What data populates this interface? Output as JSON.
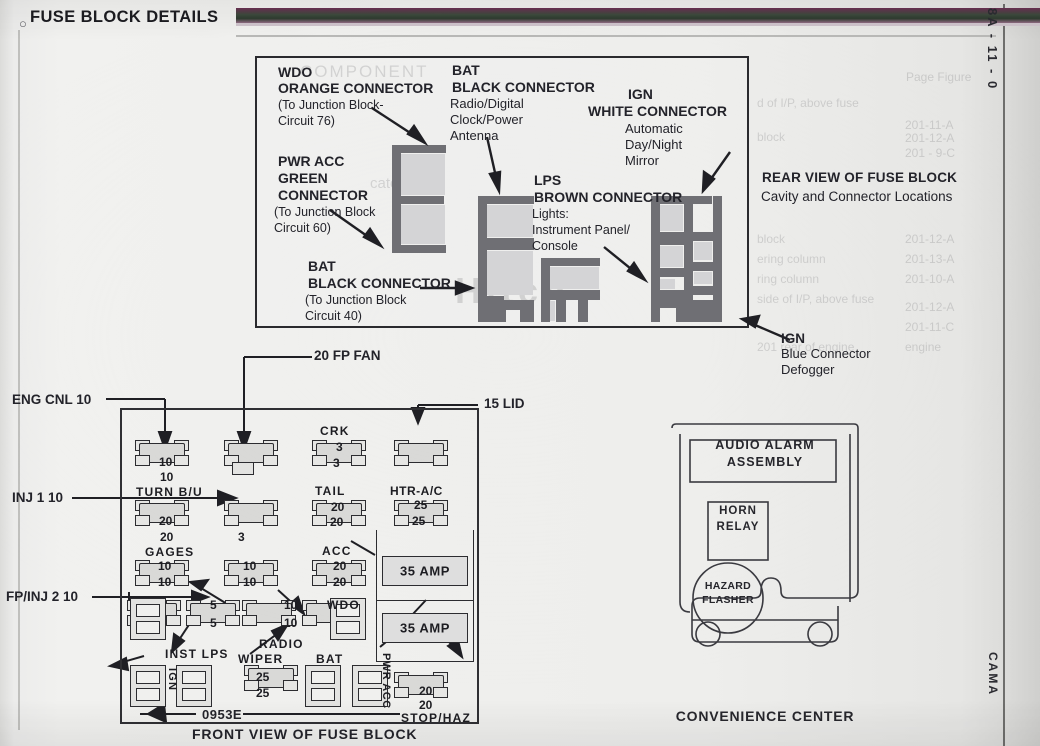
{
  "page": {
    "header_title": "FUSE BLOCK DETAILS",
    "page_number": "8A - 11 - 0",
    "vehicle_tag": "CAMA"
  },
  "connector_panel": {
    "callouts": [
      {
        "id": "wdo",
        "title_line1": "WDO",
        "title_line2": "ORANGE CONNECTOR",
        "sub": [
          "(To Junction Block-",
          "Circuit 76)"
        ]
      },
      {
        "id": "pwr_acc",
        "title_line1": "PWR ACC",
        "title_line2": "GREEN",
        "title_line3": "CONNECTOR",
        "sub": [
          "(To Junction Block",
          "Circuit 60)"
        ]
      },
      {
        "id": "bat_lower",
        "title_line1": "BAT",
        "title_line2": "BLACK CONNECTOR",
        "sub": [
          "(To Junction Block",
          "Circuit 40)"
        ]
      },
      {
        "id": "bat_upper",
        "title_line1": "BAT",
        "title_line2": "BLACK CONNECTOR",
        "sub": [
          "Radio/Digital",
          "Clock/Power",
          "Antenna"
        ]
      },
      {
        "id": "lps",
        "title_line1": "LPS",
        "title_line2": "BROWN CONNECTOR",
        "sub": [
          "Lights:",
          "Instrument Panel/",
          "Console"
        ]
      },
      {
        "id": "ign_white",
        "title_line1": "IGN",
        "title_line2": "WHITE CONNECTOR",
        "sub": [
          "Automatic",
          "Day/Night",
          "Mirror"
        ]
      }
    ],
    "rear_view_title": "REAR VIEW OF FUSE BLOCK",
    "rear_view_sub": "Cavity and Connector Locations",
    "ign_blue": {
      "title": "IGN",
      "lines": [
        "Blue Connector",
        "Defogger"
      ]
    }
  },
  "ghost_text": {
    "lines": [
      "Page Figure",
      "d of I/P, above fuse",
      "201-11-A",
      "block",
      "201-12-A",
      "ering column",
      "201-13-A",
      "ring column",
      "201-10-A",
      "side of I/P, above fuse",
      "201-12-A",
      "201-11-C",
      "engine",
      "201 - 9-C",
      "201 rear of engine"
    ]
  },
  "fuse_block": {
    "caption": "FRONT VIEW OF FUSE BLOCK",
    "part_number": "0953E",
    "external_callouts": [
      {
        "id": "eng-cnl",
        "label": "ENG CNL 10"
      },
      {
        "id": "inj1",
        "label": "INJ 1 10"
      },
      {
        "id": "fp-inj2",
        "label": "FP/INJ 2 10"
      },
      {
        "id": "fp-fan",
        "label": "20 FP FAN"
      },
      {
        "id": "lid",
        "label": "15 LID"
      }
    ],
    "fuses": [
      {
        "id": "turn-bu",
        "label": "TURN B/U",
        "amp_top": "10",
        "amp_bottom": "10"
      },
      {
        "id": "crk",
        "label": "CRK",
        "amp_top": "3",
        "amp_bottom": "3"
      },
      {
        "id": "col3-r1",
        "label": "",
        "amp_top": "20",
        "amp_bottom": "20"
      },
      {
        "id": "tail",
        "label": "TAIL",
        "amp_top": "20",
        "amp_bottom": "20"
      },
      {
        "id": "col2-r2",
        "label": "",
        "amp_top": "3",
        "amp_bottom": ""
      },
      {
        "id": "htr-ac",
        "label": "HTR-A/C",
        "amp_top": "25",
        "amp_bottom": "25"
      },
      {
        "id": "gages",
        "label": "GAGES",
        "amp_top": "10",
        "amp_bottom": "10"
      },
      {
        "id": "mid-10",
        "label": "",
        "amp_top": "10",
        "amp_bottom": "10"
      },
      {
        "id": "acc",
        "label": "ACC",
        "amp_top": "20",
        "amp_bottom": "20"
      },
      {
        "id": "five",
        "label": "",
        "amp_top": "5",
        "amp_bottom": "5"
      },
      {
        "id": "radio",
        "label": "RADIO",
        "amp_top": "10",
        "amp_bottom": "10"
      },
      {
        "id": "wdo",
        "label": "WDO",
        "amp_top": "",
        "amp_bottom": ""
      },
      {
        "id": "inst-lps",
        "label": "INST LPS",
        "amp_top": "",
        "amp_bottom": ""
      },
      {
        "id": "wiper",
        "label": "WIPER",
        "amp_top": "25",
        "amp_bottom": "25"
      },
      {
        "id": "bat",
        "label": "BAT",
        "amp_top": "",
        "amp_bottom": ""
      },
      {
        "id": "stop-haz",
        "label": "STOP/HAZ",
        "amp_top": "20",
        "amp_bottom": "20"
      },
      {
        "id": "pwr-acc",
        "label": "PWR ACC",
        "amp_top": "",
        "amp_bottom": ""
      },
      {
        "id": "ign",
        "label": "IGN",
        "amp_top": "",
        "amp_bottom": ""
      }
    ],
    "breakers": [
      {
        "id": "breaker-1",
        "label": "35 AMP"
      },
      {
        "id": "breaker-2",
        "label": "35 AMP"
      }
    ]
  },
  "convenience_center": {
    "caption": "CONVENIENCE CENTER",
    "audio_alarm_line1": "AUDIO ALARM",
    "audio_alarm_line2": "ASSEMBLY",
    "horn_relay_line1": "HORN",
    "horn_relay_line2": "RELAY",
    "hazard_line1": "HAZARD",
    "hazard_line2": "FLASHER"
  },
  "colors": {
    "ink": "#23232a",
    "connector_fill": "#6f6f74",
    "cavity_fill": "#d2d2d4",
    "bar_dark": "#3c4a3c"
  }
}
